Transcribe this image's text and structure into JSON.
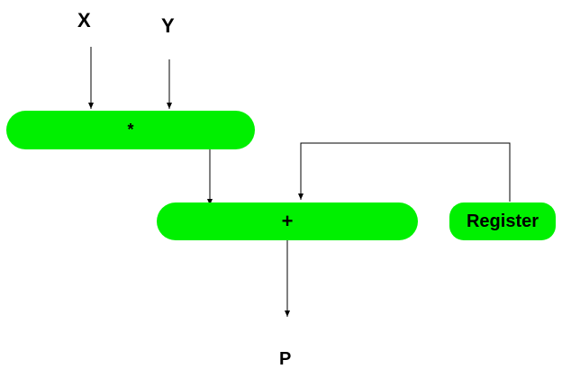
{
  "colors": {
    "node_fill": "#00f000",
    "edge_stroke": "#000000",
    "background": "#ffffff"
  },
  "inputs": {
    "x_label": "X",
    "y_label": "Y"
  },
  "nodes": {
    "multiply_symbol": "*",
    "add_symbol": "+",
    "register_label": "Register"
  },
  "outputs": {
    "p_label": "P"
  }
}
